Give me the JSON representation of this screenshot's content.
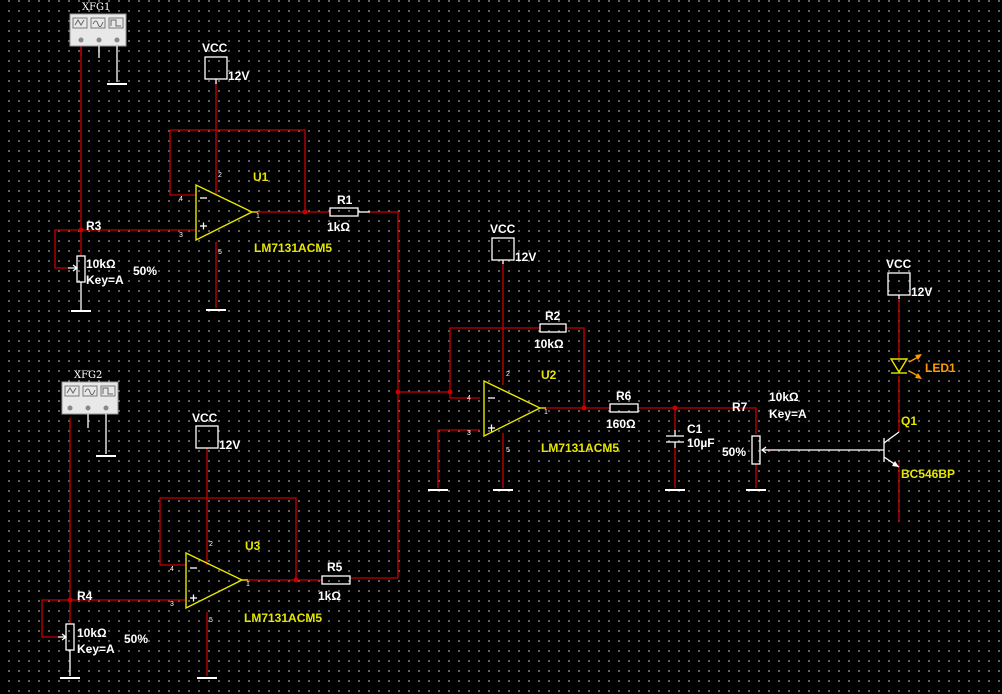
{
  "generators": [
    {
      "id": "xfg1",
      "label": "XFG1"
    },
    {
      "id": "xfg2",
      "label": "XFG2"
    }
  ],
  "vcc": [
    {
      "id": "vcc1",
      "label": "VCC",
      "value": "12V"
    },
    {
      "id": "vcc2",
      "label": "VCC",
      "value": "12V"
    },
    {
      "id": "vcc3",
      "label": "VCC",
      "value": "12V"
    },
    {
      "id": "vcc4",
      "label": "VCC",
      "value": "12V"
    }
  ],
  "opamps": [
    {
      "id": "u1",
      "ref": "U1",
      "model": "LM7131ACM5"
    },
    {
      "id": "u2",
      "ref": "U2",
      "model": "LM7131ACM5"
    },
    {
      "id": "u3",
      "ref": "U3",
      "model": "LM7131ACM5"
    }
  ],
  "resistors": [
    {
      "id": "r1",
      "ref": "R1",
      "value": "1kΩ"
    },
    {
      "id": "r2",
      "ref": "R2",
      "value": "10kΩ"
    },
    {
      "id": "r5",
      "ref": "R5",
      "value": "1kΩ"
    },
    {
      "id": "r6",
      "ref": "R6",
      "value": "160Ω"
    }
  ],
  "potentiometers": [
    {
      "id": "r3",
      "ref": "R3",
      "value": "10kΩ",
      "key": "Key=A",
      "percent": "50%"
    },
    {
      "id": "r4",
      "ref": "R4",
      "value": "10kΩ",
      "key": "Key=A",
      "percent": "50%"
    },
    {
      "id": "r7",
      "ref": "R7",
      "value": "10kΩ",
      "key": "Key=A",
      "percent": "50%"
    }
  ],
  "capacitor": {
    "ref": "C1",
    "value": "10µF"
  },
  "led": {
    "ref": "LED1"
  },
  "transistor": {
    "ref": "Q1",
    "model": "BC546BP"
  },
  "pins": {
    "p1": "1",
    "p2": "2",
    "p3": "3",
    "p4": "4",
    "p5": "5"
  }
}
